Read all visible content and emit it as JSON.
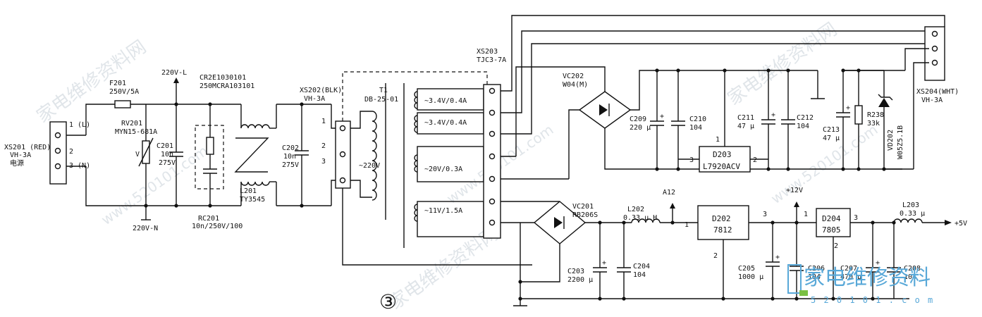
{
  "labels": {
    "xs201": "XS201 (RED)",
    "xs201_type": "VH-3A",
    "xs201_name": "电源",
    "pin1": "1 (L)",
    "pin2": "2",
    "pin3": "3 (N)",
    "f201": "F201",
    "f201_val": "250V/5A",
    "rv201": "RV201",
    "rv201_val": "MYN15-681A",
    "rv_v": "V",
    "v220l": "220V-L",
    "v220n": "220V-N",
    "c201": "C201",
    "c201_val1": "10n",
    "c201_val2": "275V",
    "cr2e": "CR2E1030101",
    "cr2e_val": "250MCRA103101",
    "rc201": "RC201",
    "rc201_val": "10n/250V/100",
    "l201": "L201",
    "l201_val": "TY3545",
    "c202": "C202",
    "c202_val1": "10n",
    "c202_val2": "275V",
    "xs202": "XS202(BLK)",
    "xs202_type": "VH-3A",
    "xs202_p1": "1",
    "xs202_p2": "2",
    "xs202_p3": "3",
    "t1": "T1",
    "t1_val": "DB-25-01",
    "t1_pri": "~220V",
    "xs203": "XS203",
    "xs203_type": "TJC3-7A",
    "sec1": "~3.4V/0.4A",
    "sec2": "~3.4V/0.4A",
    "sec3": "~20V/0.3A",
    "sec4": "~11V/1.5A",
    "vc202": "VC202",
    "vc202_val": "W04(M)",
    "c209": "C209",
    "c209_val": "220 μ",
    "c210": "C210",
    "c210_val": "104",
    "d203": "D203",
    "d203_val": "L7920ACV",
    "d203_p1": "1",
    "d203_p2": "2",
    "d203_p3": "3",
    "c211": "C211",
    "c211_val": "47 μ",
    "c212": "C212",
    "c212_val": "104",
    "c213": "C213",
    "c213_val": "47 μ",
    "r238": "R238",
    "r238_val": "33k",
    "vd202": "VD202",
    "vd202_val": "W05Z5.1B",
    "xs204": "XS204(WHT)",
    "xs204_type": "VH-3A",
    "vc201": "VC201",
    "vc201_val": "RB206S",
    "c203": "C203",
    "c203_val": "2200 μ",
    "c204": "C204",
    "c204_val": "104",
    "l202": "L202",
    "l202_val": "0.33 μ H",
    "a12": "A12",
    "d202": "D202",
    "d202_val": "7812",
    "d202_p1": "1",
    "d202_p2": "2",
    "d202_p3": "3",
    "c205": "C205",
    "c205_val": "1000 μ",
    "plus12": "+12V",
    "c206": "C206",
    "c206_val": "104",
    "d204": "D204",
    "d204_val": "7805",
    "d204_p1": "1",
    "d204_p2": "2",
    "d204_p3": "3",
    "c207": "C207",
    "c207_val": "470 μ",
    "c208": "C208",
    "c208_val": "104",
    "l203": "L203",
    "l203_val": "0.33 μ",
    "plus5": "+5V",
    "figure_no": "③"
  },
  "watermark": {
    "text": "家电维修资料网",
    "url": "www.520101.com"
  },
  "logo": {
    "text": "家电维修资料",
    "url": "5 2 0 1 0 1 . c o m"
  },
  "colors": {
    "ink": "#111111",
    "logo_blue": "#58a8d8",
    "watermark": "#c8d0d8"
  }
}
